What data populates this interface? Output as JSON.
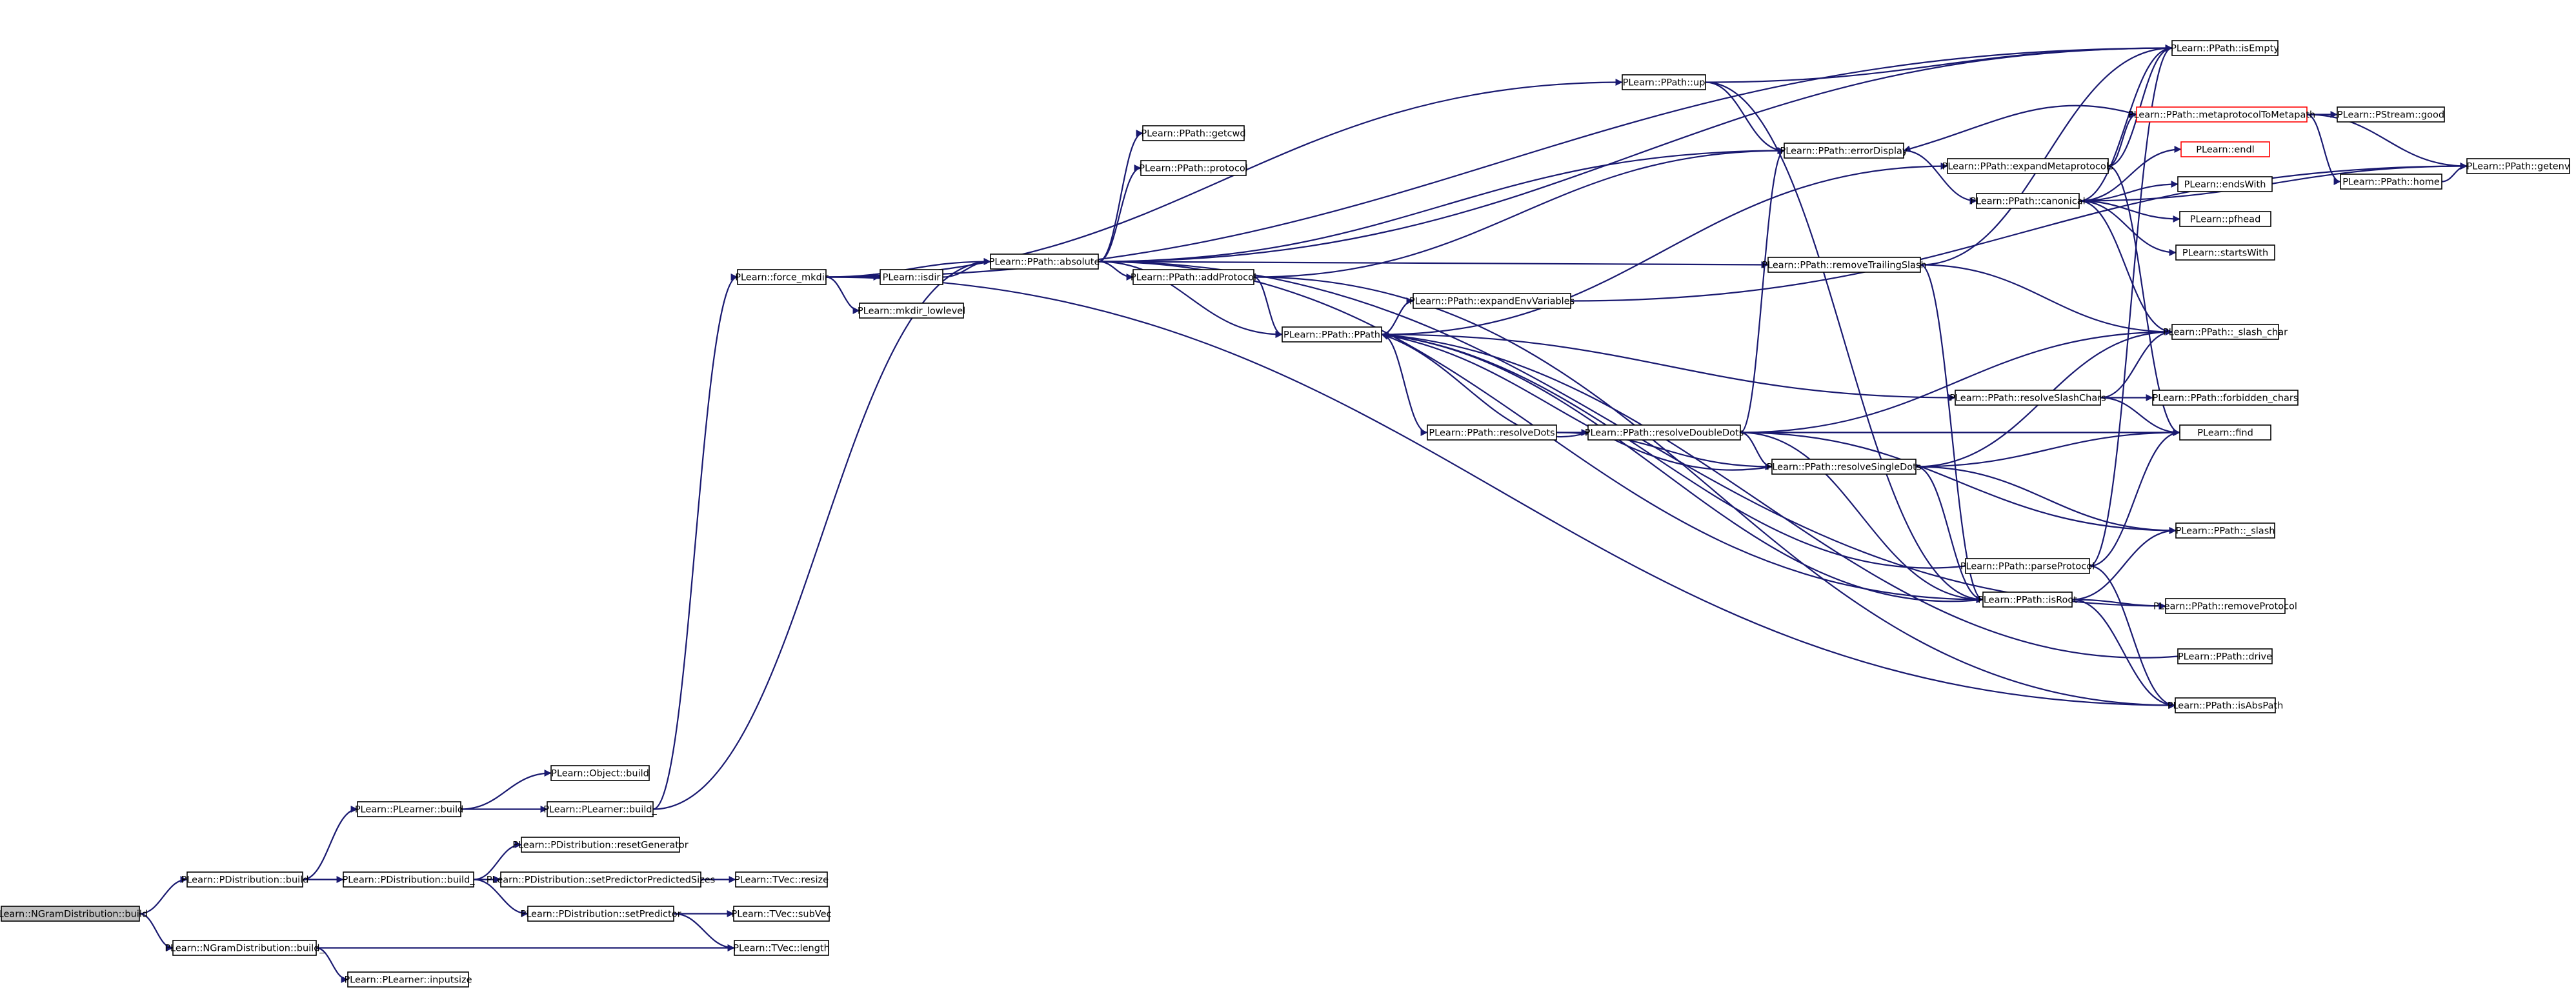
{
  "title": "",
  "colors": {
    "edge": "#191970",
    "node_border": "#000000",
    "node_border_truncated": "#ff0000",
    "root_fill": "#bfbfbf",
    "node_fill": "#ffffff"
  },
  "nodes": [
    {
      "id": "n_ngram_build",
      "label": "PLearn::NGramDistribution::build",
      "style": "root"
    },
    {
      "id": "n_pdist_build",
      "label": "PLearn::PDistribution::build"
    },
    {
      "id": "n_ngram_build_",
      "label": "PLearn::NGramDistribution::build_"
    },
    {
      "id": "n_plearner_build",
      "label": "PLearn::PLearner::build"
    },
    {
      "id": "n_pdist_build_",
      "label": "PLearn::PDistribution::build_"
    },
    {
      "id": "n_plearner_inputsize",
      "label": "PLearn::PLearner::inputsize"
    },
    {
      "id": "n_object_build",
      "label": "PLearn::Object::build"
    },
    {
      "id": "n_plearner_build_",
      "label": "PLearn::PLearner::build_"
    },
    {
      "id": "n_pdist_resetgen",
      "label": "PLearn::PDistribution::resetGenerator"
    },
    {
      "id": "n_pdist_setpredsizes",
      "label": "PLearn::PDistribution::setPredictorPredictedSizes"
    },
    {
      "id": "n_pdist_setpredictor",
      "label": "PLearn::PDistribution::setPredictor"
    },
    {
      "id": "n_tvec_resize",
      "label": "PLearn::TVec::resize"
    },
    {
      "id": "n_tvec_subvec",
      "label": "PLearn::TVec::subVec"
    },
    {
      "id": "n_tvec_length",
      "label": "PLearn::TVec::length"
    },
    {
      "id": "n_force_mkdir",
      "label": "PLearn::force_mkdir"
    },
    {
      "id": "n_isdir",
      "label": "PLearn::isdir"
    },
    {
      "id": "n_mkdir_lowlevel",
      "label": "PLearn::mkdir_lowlevel"
    },
    {
      "id": "n_absolute",
      "label": "PLearn::PPath::absolute"
    },
    {
      "id": "n_getcwd",
      "label": "PLearn::PPath::getcwd"
    },
    {
      "id": "n_protocol",
      "label": "PLearn::PPath::protocol"
    },
    {
      "id": "n_addprotocol",
      "label": "PLearn::PPath::addProtocol"
    },
    {
      "id": "n_ppath",
      "label": "PLearn::PPath::PPath"
    },
    {
      "id": "n_expandenv",
      "label": "PLearn::PPath::expandEnvVariables"
    },
    {
      "id": "n_resolvedots",
      "label": "PLearn::PPath::resolveDots"
    },
    {
      "id": "n_resolvedoubledots",
      "label": "PLearn::PPath::resolveDoubleDots"
    },
    {
      "id": "n_resolvesingledots",
      "label": "PLearn::PPath::resolveSingleDots"
    },
    {
      "id": "n_up",
      "label": "PLearn::PPath::up"
    },
    {
      "id": "n_errordisplay",
      "label": "PLearn::PPath::errorDisplay"
    },
    {
      "id": "n_removetrailing",
      "label": "PLearn::PPath::removeTrailingSlash"
    },
    {
      "id": "n_expandmeta",
      "label": "PLearn::PPath::expandMetaprotocols"
    },
    {
      "id": "n_canonical",
      "label": "PLearn::PPath::canonical"
    },
    {
      "id": "n_resolveslashchars",
      "label": "PLearn::PPath::resolveSlashChars"
    },
    {
      "id": "n_parseprotocol",
      "label": "PLearn::PPath::parseProtocol"
    },
    {
      "id": "n_isroot",
      "label": "PLearn::PPath::isRoot"
    },
    {
      "id": "n_isempty",
      "label": "PLearn::PPath::isEmpty"
    },
    {
      "id": "n_metatometa",
      "label": "PLearn::PPath::metaprotocolToMetapath",
      "style": "truncated"
    },
    {
      "id": "n_endl",
      "label": "PLearn::endl",
      "style": "truncated"
    },
    {
      "id": "n_endswith",
      "label": "PLearn::endsWith"
    },
    {
      "id": "n_pfhead",
      "label": "PLearn::pfhead"
    },
    {
      "id": "n_startswith",
      "label": "PLearn::startsWith"
    },
    {
      "id": "n_slashchar",
      "label": "PLearn::PPath::_slash_char"
    },
    {
      "id": "n_forbidden",
      "label": "PLearn::PPath::forbidden_chars"
    },
    {
      "id": "n_find",
      "label": "PLearn::find"
    },
    {
      "id": "n_slash",
      "label": "PLearn::PPath::_slash"
    },
    {
      "id": "n_removeprotocol",
      "label": "PLearn::PPath::removeProtocol"
    },
    {
      "id": "n_drive",
      "label": "PLearn::PPath::drive"
    },
    {
      "id": "n_isabspath",
      "label": "PLearn::PPath::isAbsPath"
    },
    {
      "id": "n_pstream_good",
      "label": "PLearn::PStream::good"
    },
    {
      "id": "n_home",
      "label": "PLearn::PPath::home"
    },
    {
      "id": "n_getenv",
      "label": "PLearn::PPath::getenv"
    }
  ],
  "edges": [
    [
      "n_ngram_build",
      "n_pdist_build"
    ],
    [
      "n_ngram_build",
      "n_ngram_build_"
    ],
    [
      "n_pdist_build",
      "n_plearner_build"
    ],
    [
      "n_pdist_build",
      "n_pdist_build_"
    ],
    [
      "n_ngram_build_",
      "n_tvec_length"
    ],
    [
      "n_ngram_build_",
      "n_plearner_inputsize"
    ],
    [
      "n_plearner_build",
      "n_object_build"
    ],
    [
      "n_plearner_build",
      "n_plearner_build_"
    ],
    [
      "n_pdist_build_",
      "n_pdist_resetgen"
    ],
    [
      "n_pdist_build_",
      "n_pdist_setpredsizes"
    ],
    [
      "n_pdist_build_",
      "n_pdist_setpredictor"
    ],
    [
      "n_pdist_setpredsizes",
      "n_tvec_resize"
    ],
    [
      "n_pdist_setpredictor",
      "n_tvec_subvec"
    ],
    [
      "n_pdist_setpredictor",
      "n_tvec_length"
    ],
    [
      "n_plearner_build_",
      "n_force_mkdir"
    ],
    [
      "n_plearner_build_",
      "n_absolute"
    ],
    [
      "n_force_mkdir",
      "n_isdir"
    ],
    [
      "n_force_mkdir",
      "n_mkdir_lowlevel"
    ],
    [
      "n_force_mkdir",
      "n_absolute"
    ],
    [
      "n_force_mkdir",
      "n_up"
    ],
    [
      "n_force_mkdir",
      "n_isempty"
    ],
    [
      "n_force_mkdir",
      "n_isabspath"
    ],
    [
      "n_isdir",
      "n_absolute"
    ],
    [
      "n_absolute",
      "n_getcwd"
    ],
    [
      "n_absolute",
      "n_protocol"
    ],
    [
      "n_absolute",
      "n_addprotocol"
    ],
    [
      "n_absolute",
      "n_ppath"
    ],
    [
      "n_absolute",
      "n_errordisplay"
    ],
    [
      "n_absolute",
      "n_isempty"
    ],
    [
      "n_absolute",
      "n_removetrailing"
    ],
    [
      "n_absolute",
      "n_isroot"
    ],
    [
      "n_absolute",
      "n_removeprotocol"
    ],
    [
      "n_addprotocol",
      "n_ppath"
    ],
    [
      "n_addprotocol",
      "n_errordisplay"
    ],
    [
      "n_addprotocol",
      "n_isabspath"
    ],
    [
      "n_ppath",
      "n_expandenv"
    ],
    [
      "n_ppath",
      "n_resolvedots"
    ],
    [
      "n_ppath",
      "n_resolveslashchars"
    ],
    [
      "n_ppath",
      "n_expandmeta"
    ],
    [
      "n_resolvedots",
      "n_resolvedoubledots"
    ],
    [
      "n_resolvedots",
      "n_resolvesingledots"
    ],
    [
      "n_resolvedoubledots",
      "n_ppath"
    ],
    [
      "n_resolvedoubledots",
      "n_resolvesingledots"
    ],
    [
      "n_resolvedoubledots",
      "n_find"
    ],
    [
      "n_resolvedoubledots",
      "n_slashchar"
    ],
    [
      "n_resolvedoubledots",
      "n_slash"
    ],
    [
      "n_resolvedoubledots",
      "n_isroot"
    ],
    [
      "n_resolvedoubledots",
      "n_errordisplay"
    ],
    [
      "n_resolvesingledots",
      "n_ppath"
    ],
    [
      "n_resolvesingledots",
      "n_find"
    ],
    [
      "n_resolvesingledots",
      "n_slash"
    ],
    [
      "n_resolvesingledots",
      "n_slashchar"
    ],
    [
      "n_resolvesingledots",
      "n_isroot"
    ],
    [
      "n_up",
      "n_errordisplay"
    ],
    [
      "n_up",
      "n_isempty"
    ],
    [
      "n_up",
      "n_isroot"
    ],
    [
      "n_errordisplay",
      "n_canonical"
    ],
    [
      "n_removetrailing",
      "n_slashchar"
    ],
    [
      "n_removetrailing",
      "n_isroot"
    ],
    [
      "n_removetrailing",
      "n_isempty"
    ],
    [
      "n_expandmeta",
      "n_metatometa"
    ],
    [
      "n_expandmeta",
      "n_isempty"
    ],
    [
      "n_expandmeta",
      "n_find"
    ],
    [
      "n_canonical",
      "n_isempty"
    ],
    [
      "n_canonical",
      "n_endl"
    ],
    [
      "n_canonical",
      "n_endswith"
    ],
    [
      "n_canonical",
      "n_pfhead"
    ],
    [
      "n_canonical",
      "n_startswith"
    ],
    [
      "n_canonical",
      "n_slashchar"
    ],
    [
      "n_canonical",
      "n_getenv"
    ],
    [
      "n_metatometa",
      "n_pstream_good"
    ],
    [
      "n_metatometa",
      "n_home"
    ],
    [
      "n_metatometa",
      "n_getenv"
    ],
    [
      "n_metatometa",
      "n_errordisplay"
    ],
    [
      "n_home",
      "n_getenv"
    ],
    [
      "n_expandenv",
      "n_getenv"
    ],
    [
      "n_resolveslashchars",
      "n_slashchar"
    ],
    [
      "n_resolveslashchars",
      "n_forbidden"
    ],
    [
      "n_resolveslashchars",
      "n_find"
    ],
    [
      "n_parseprotocol",
      "n_ppath"
    ],
    [
      "n_parseprotocol",
      "n_find"
    ],
    [
      "n_parseprotocol",
      "n_isempty"
    ],
    [
      "n_parseprotocol",
      "n_isabspath"
    ],
    [
      "n_isroot",
      "n_ppath"
    ],
    [
      "n_isroot",
      "n_slash"
    ],
    [
      "n_isroot",
      "n_removeprotocol"
    ],
    [
      "n_isroot",
      "n_isabspath"
    ],
    [
      "n_drive",
      "n_ppath"
    ]
  ]
}
